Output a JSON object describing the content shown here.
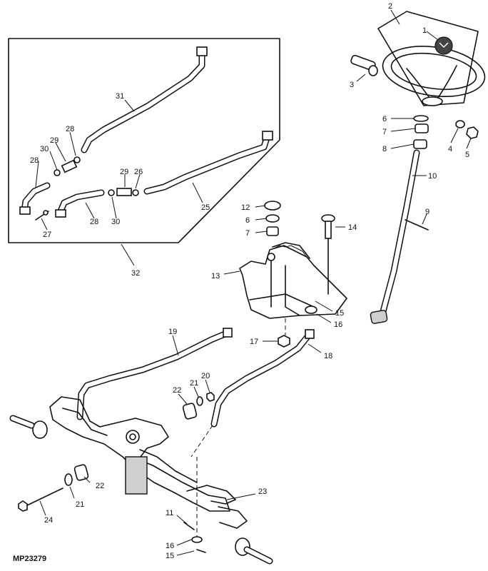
{
  "figure_ref": "MP23279",
  "callouts": [
    "1",
    "2",
    "3",
    "4",
    "5",
    "6",
    "7",
    "8",
    "9",
    "10",
    "11",
    "12",
    "13",
    "14",
    "15",
    "16",
    "17",
    "18",
    "19",
    "20",
    "21",
    "22",
    "23",
    "24",
    "25",
    "26",
    "27",
    "28",
    "29",
    "30",
    "31",
    "32"
  ],
  "labels": {
    "c1": "1",
    "c2": "2",
    "c3": "3",
    "c4": "4",
    "c5": "5",
    "c6a": "6",
    "c7a": "7",
    "c8": "8",
    "c9": "9",
    "c10": "10",
    "c12": "12",
    "c6b": "6",
    "c7b": "7",
    "c14": "14",
    "c13": "13",
    "c15a": "15",
    "c16a": "16",
    "c17": "17",
    "c18": "18",
    "c19": "19",
    "c20": "20",
    "c21a": "21",
    "c22a": "22",
    "c22b": "22",
    "c21b": "21",
    "c24": "24",
    "c23": "23",
    "c11": "11",
    "c16b": "16",
    "c15b": "15",
    "c31": "31",
    "c29a": "29",
    "c28a": "28",
    "c30a": "30",
    "c28b": "28",
    "c27": "27",
    "c29b": "29",
    "c26": "26",
    "c28c": "28",
    "c30b": "30",
    "c25": "25",
    "c32": "32"
  }
}
